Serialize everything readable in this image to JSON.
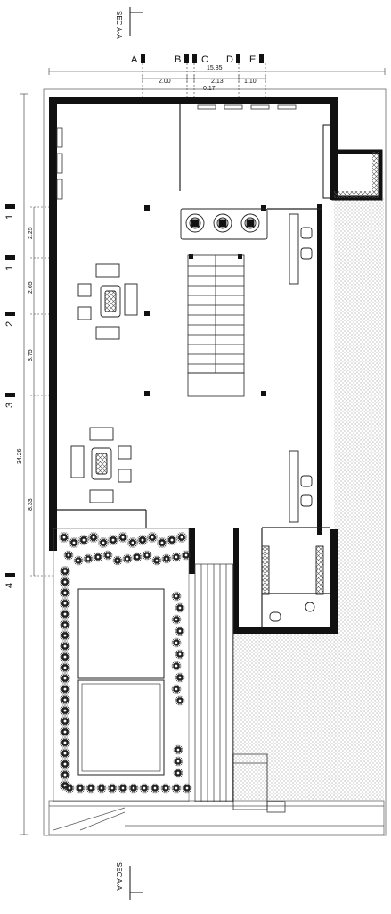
{
  "section_marks": {
    "top": "SEC A-A",
    "bottom": "SEC A-A"
  },
  "grid_columns": [
    "A",
    "B",
    "C",
    "D",
    "E"
  ],
  "grid_rows": [
    "1",
    "1",
    "2",
    "3",
    "4"
  ],
  "dimensions": {
    "overall_width": "15.85",
    "col_ab": "2.00",
    "col_cd": "2.13",
    "col_bc": "0.17",
    "col_de": "1.10",
    "overall_depth": "34.26",
    "row_1_1": "2.25",
    "row_1_2": "2.65",
    "row_2_3": "3.75",
    "row_3_4": "8.33"
  }
}
